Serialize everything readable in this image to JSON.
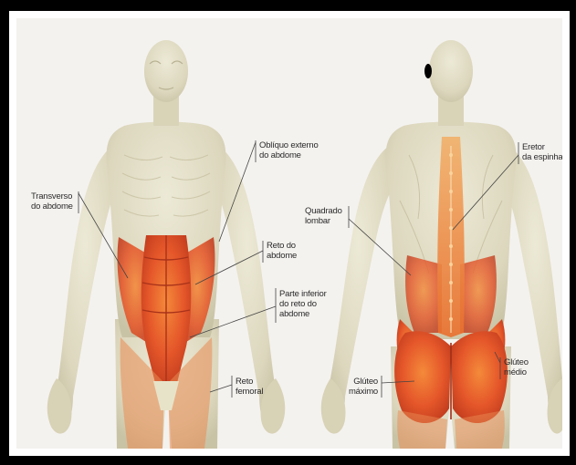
{
  "labels": {
    "obliquo": {
      "line1": "Oblíquo externo",
      "line2": "do abdome"
    },
    "transverso": {
      "line1": "Transverso",
      "line2": "do abdome"
    },
    "reto": {
      "line1": "Reto do",
      "line2": "abdome"
    },
    "parte_inferior": {
      "line1": "Parte inferior",
      "line2": "do reto do",
      "line3": "abdome"
    },
    "reto_femoral": {
      "line1": "Reto",
      "line2": "femoral"
    },
    "eretor": {
      "line1": "Eretor",
      "line2": "da espinha"
    },
    "quadrado": {
      "line1": "Quadrado",
      "line2": "lombar"
    },
    "gluteo_medio": {
      "line1": "Glúteo",
      "line2": "médio"
    },
    "gluteo_maximo": {
      "line1": "Glúteo",
      "line2": "máximo"
    }
  },
  "colors": {
    "skin": "#e4e0c8",
    "muscle": "#e8552a",
    "frame": "#000000",
    "background": "#f4f2ef"
  }
}
